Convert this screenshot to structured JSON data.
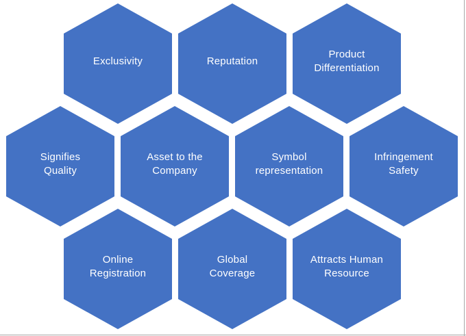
{
  "diagram": {
    "type": "honeycomb-smartart",
    "hexagons": [
      {
        "id": "exclusivity",
        "row": 1,
        "lines": [
          "Exclusivity"
        ]
      },
      {
        "id": "reputation",
        "row": 1,
        "lines": [
          "Reputation"
        ]
      },
      {
        "id": "product-differentiation",
        "row": 1,
        "lines": [
          "Product",
          "Differentiation"
        ]
      },
      {
        "id": "signifies-quality",
        "row": 2,
        "lines": [
          "Signifies",
          "Quality"
        ]
      },
      {
        "id": "asset-to-the-company",
        "row": 2,
        "lines": [
          "Asset to the",
          "Company"
        ]
      },
      {
        "id": "symbol-representation",
        "row": 2,
        "lines": [
          "Symbol",
          "representation"
        ]
      },
      {
        "id": "infringement-safety",
        "row": 2,
        "lines": [
          "Infringement",
          "Safety"
        ]
      },
      {
        "id": "online-registration",
        "row": 3,
        "lines": [
          "Online",
          "Registration"
        ]
      },
      {
        "id": "global-coverage",
        "row": 3,
        "lines": [
          "Global",
          "Coverage"
        ]
      },
      {
        "id": "attracts-human-resource",
        "row": 3,
        "lines": [
          "Attracts Human",
          "Resource"
        ]
      }
    ],
    "colors": {
      "hexagon_fill": "#4472C4",
      "label_text": "#FFFFFF",
      "page_border": "#A6A6A6",
      "background": "#FFFFFF"
    }
  }
}
